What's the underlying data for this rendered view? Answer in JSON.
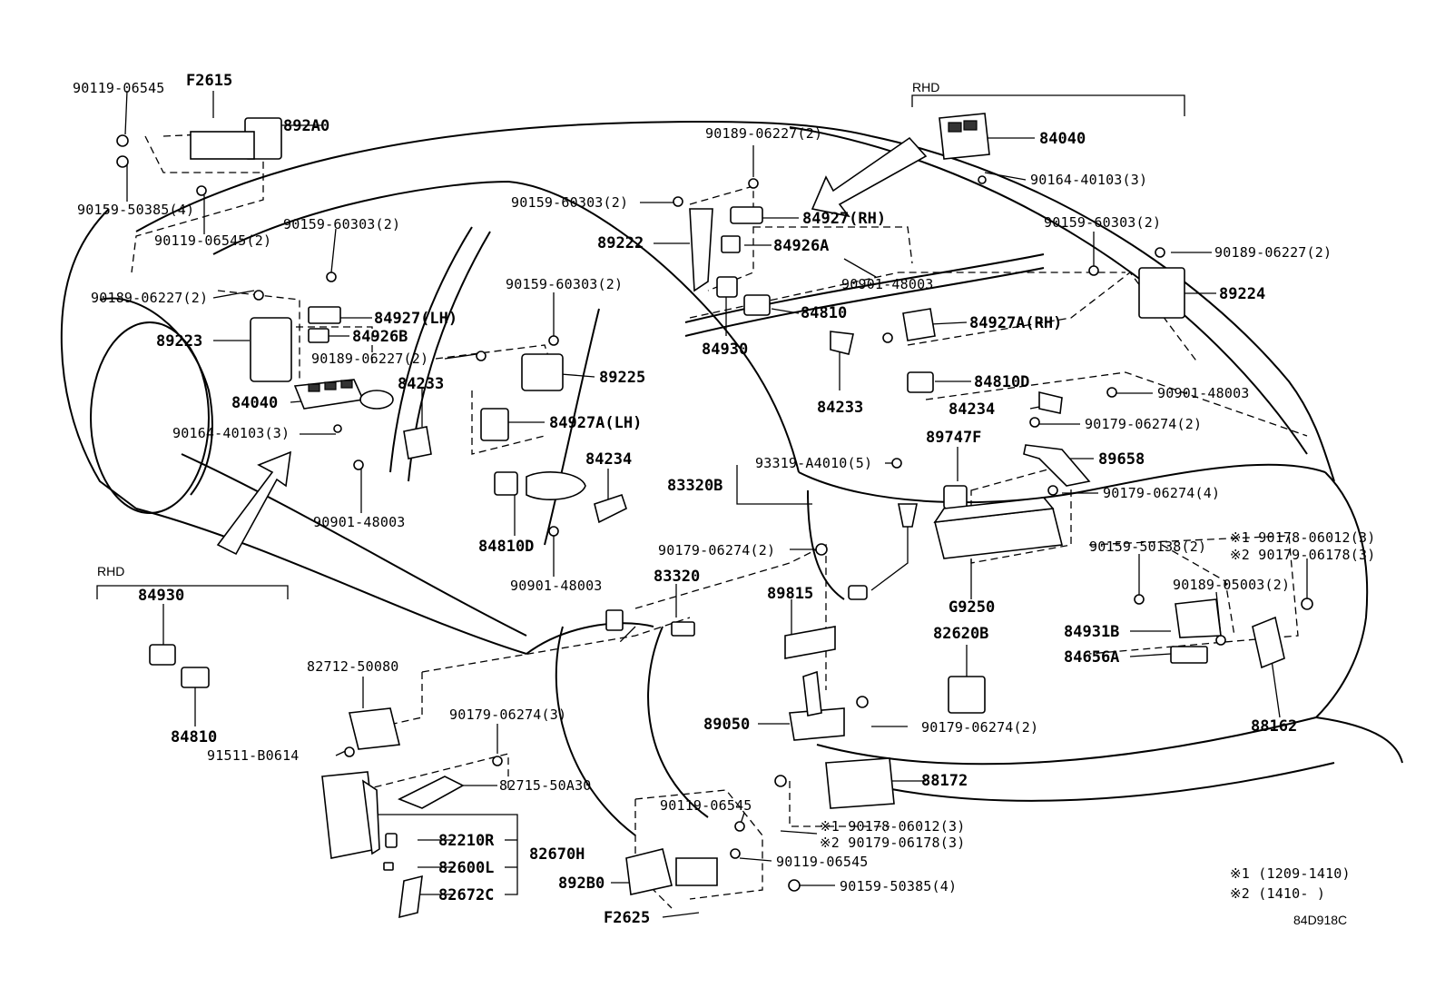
{
  "labels": {
    "l01": "90119-06545",
    "l02": "F2615",
    "l03": "892A0",
    "l04": "90159-50385(4)",
    "l05": "90119-06545(2)",
    "l06": "90159-60303(2)",
    "l07": "90189-06227(2)",
    "l08": "89223",
    "l09": "84927(LH)",
    "l10": "84926B",
    "l11": "90189-06227(2)",
    "l12": "84233",
    "l13": "84040",
    "l14": "90164-40103(3)",
    "l15": "90901-48003",
    "l16": "90159-60303(2)",
    "l17": "89225",
    "l18": "84927A(LH)",
    "l19": "84234",
    "l20": "84810D",
    "l21": "90901-48003",
    "l22": "90189-06227(2)",
    "l23": "90159-60303(2)",
    "l24": "84927(RH)",
    "l25": "89222",
    "l26": "84926A",
    "l27": "90901-48003",
    "l28": "84810",
    "l29": "84930",
    "l30": "84233",
    "l31": "84927A(RH)",
    "l32": "84810D",
    "l33": "84234",
    "l34": "90901-48003",
    "l35": "90179-06274(2)",
    "l36": "89747F",
    "l37": "89658",
    "l38": "93319-A4010(5)",
    "l39": "83320B",
    "l40": "90179-06274(4)",
    "l41": "90179-06274(2)",
    "l42": "83320",
    "l43": "90159-50138(2)",
    "l44": "※1 90178-06012(3)",
    "l45": "※2 90179-06178(3)",
    "l46": "90189-05003(2)",
    "l47": "89815",
    "l48": "G9250",
    "l49": "82620B",
    "l50": "84931B",
    "l51": "84656A",
    "l52": "RHD",
    "l53": "84040",
    "l54": "90164-40103(3)",
    "l55": "90159-60303(2)",
    "l56": "90189-06227(2)",
    "l57": "89224",
    "l58": "RHD",
    "l59": "84930",
    "l60": "84810",
    "l61": "82712-50080",
    "l62": "91511-B0614",
    "l63": "90179-06274(3)",
    "l64": "82715-50A30",
    "l65": "82210R",
    "l66": "82600L",
    "l67": "82672C",
    "l68": "82670H",
    "l69": "89050",
    "l70": "90179-06274(2)",
    "l71": "88162",
    "l72": "88172",
    "l73": "90119-06545",
    "l74": "※1 90178-06012(3)",
    "l75": "※2 90179-06178(3)",
    "l76": "90119-06545",
    "l77": "892B0",
    "l78": "90159-50385(4)",
    "l79": "F2625",
    "n1": "※1 (1209-1410)",
    "n2": "※2 (1410-     )",
    "code": "84D918C"
  }
}
